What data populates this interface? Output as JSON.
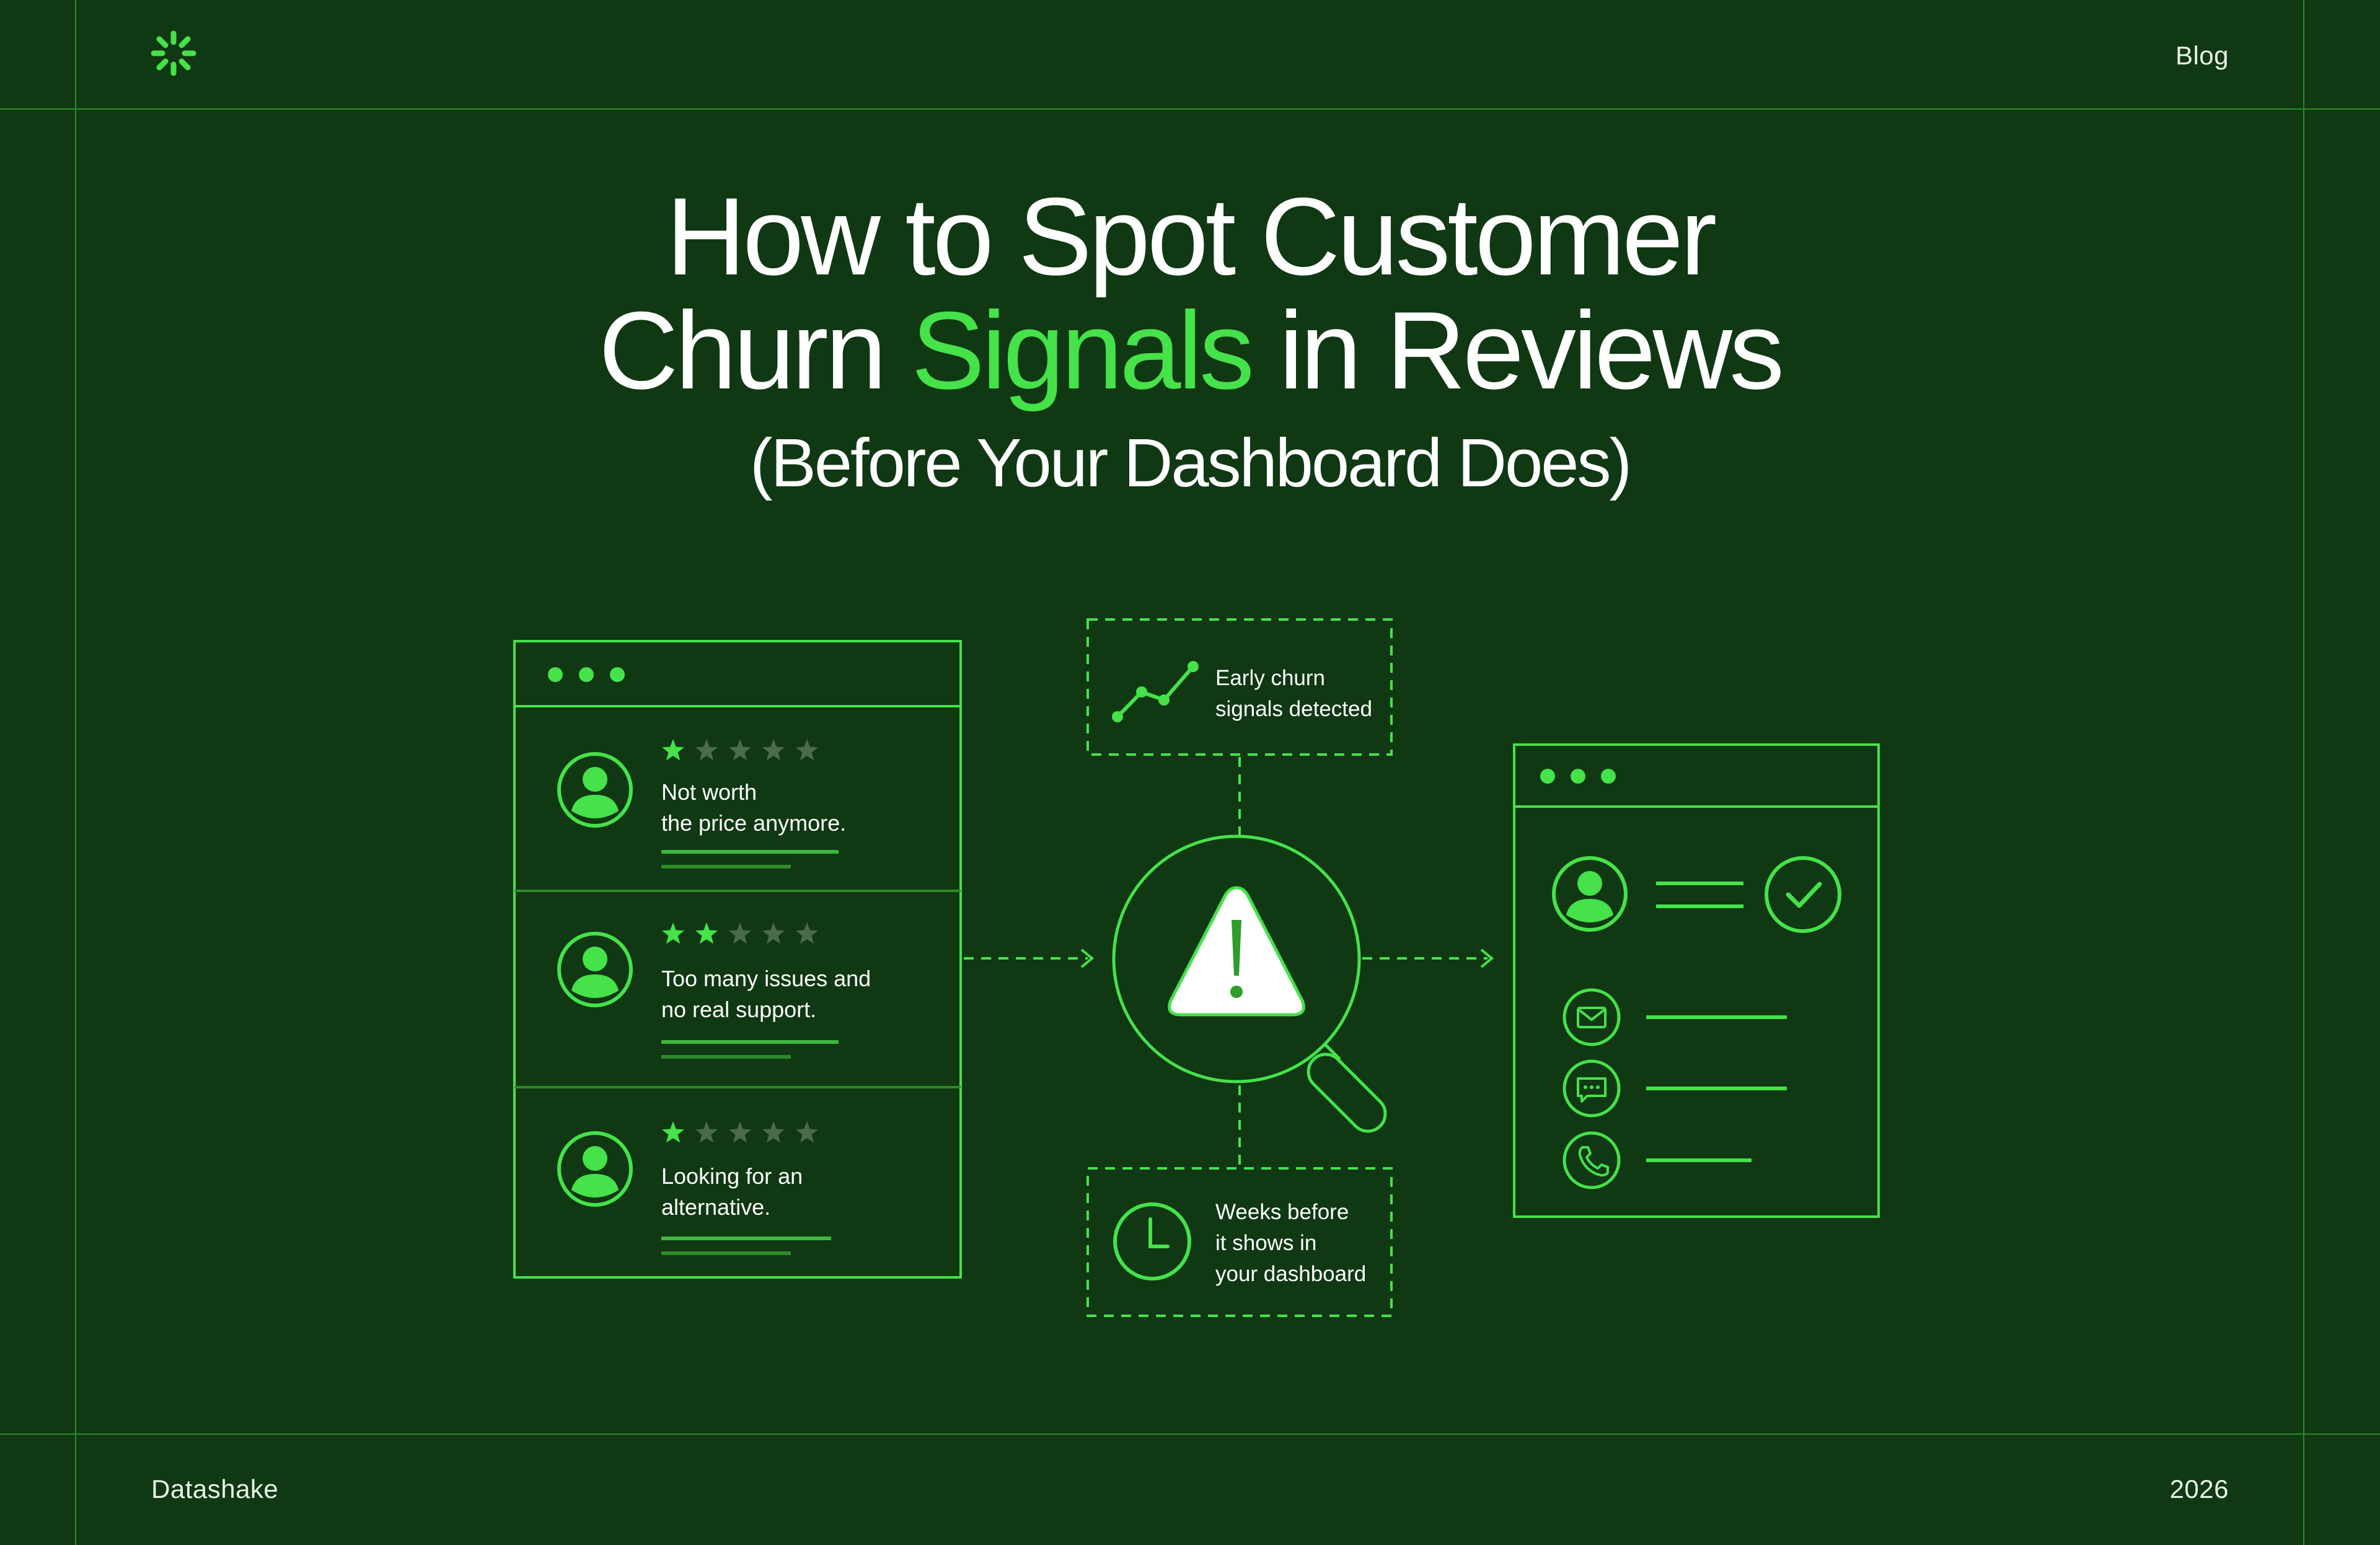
{
  "nav": {
    "blog_label": "Blog"
  },
  "headline": {
    "line1": "How to Spot Customer",
    "line2_before": "Churn ",
    "line2_accent": "Signals",
    "line2_after": " in Reviews",
    "subline": "(Before Your Dashboard Does)"
  },
  "reviews": [
    {
      "rating": 1,
      "max": 5,
      "text_line1": "Not worth",
      "text_line2": "the price anymore."
    },
    {
      "rating": 2,
      "max": 5,
      "text_line1": "Too many issues and",
      "text_line2": "no real support."
    },
    {
      "rating": 1,
      "max": 5,
      "text_line1": "Looking for an",
      "text_line2": "alternative."
    }
  ],
  "callouts": {
    "top_line1": "Early churn",
    "top_line2": "signals detected",
    "bottom_line1": "Weeks before",
    "bottom_line2": "it shows in",
    "bottom_line3": "your dashboard"
  },
  "icons": {
    "logo": "asterisk-logo-icon",
    "trend": "trend-line-icon",
    "warning": "warning-triangle-icon",
    "magnifier": "magnifying-glass-icon",
    "clock": "clock-icon",
    "check": "check-circle-icon",
    "mail": "mail-icon",
    "chat": "chat-icon",
    "phone": "phone-icon",
    "avatar": "user-avatar-icon",
    "star": "star-icon"
  },
  "colors": {
    "background": "#0f3813",
    "accent": "#45e24a",
    "frame": "#2f8a2a",
    "star_empty": "#4a6a49"
  },
  "footer": {
    "brand": "Datashake",
    "year": "2026"
  }
}
